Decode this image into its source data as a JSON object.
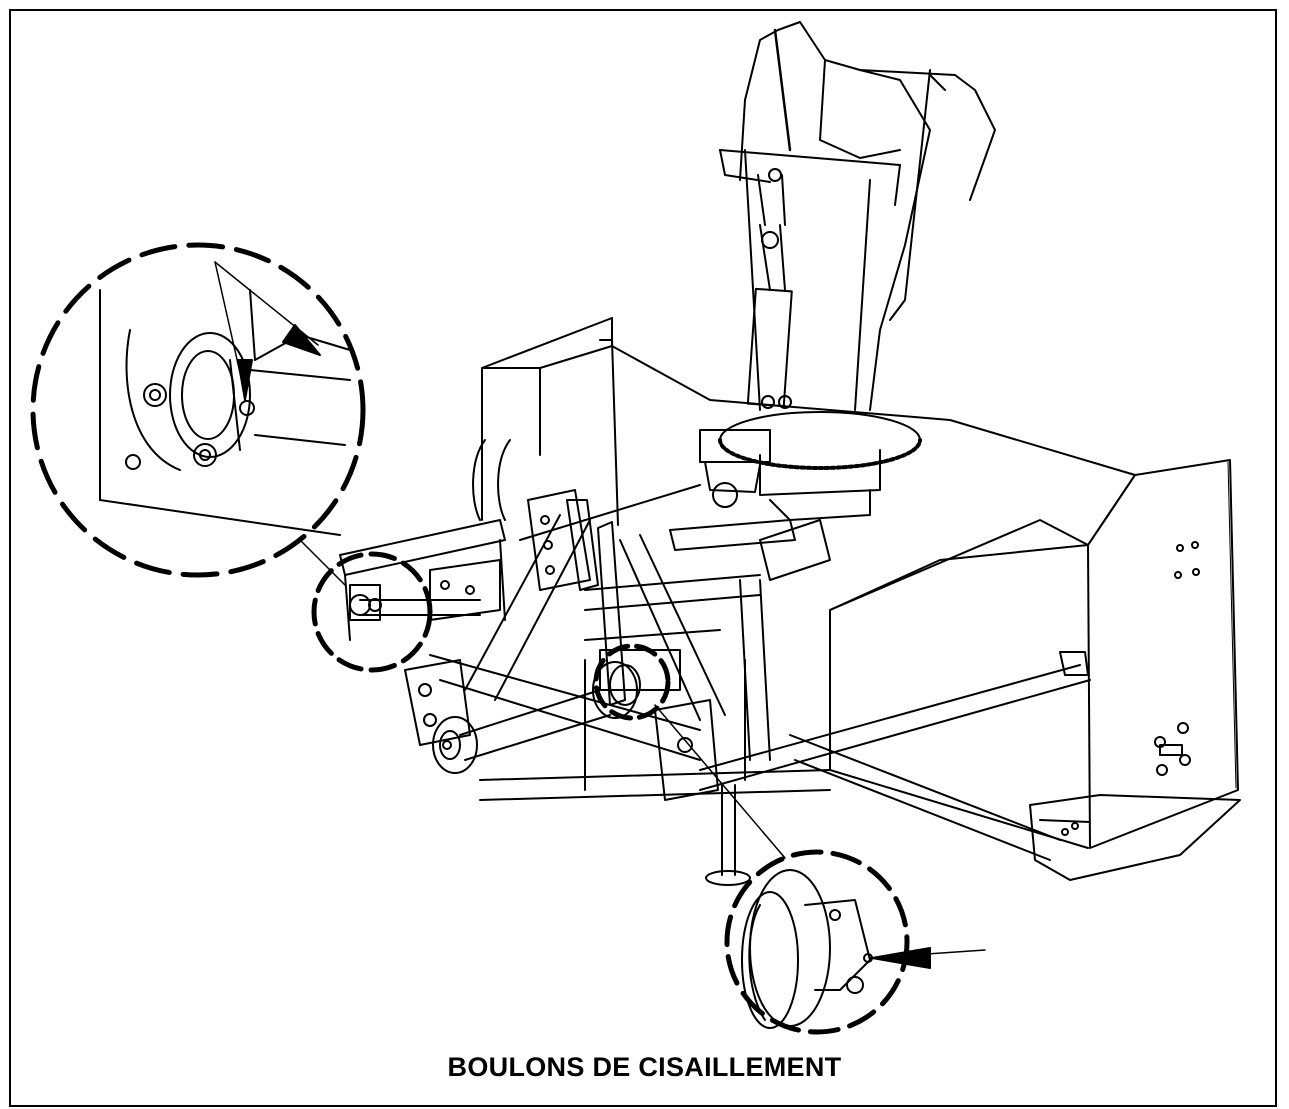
{
  "figure": {
    "caption": "BOULONS DE CISAILLEMENT",
    "colors": {
      "line": "#000000",
      "background": "#ffffff"
    },
    "callouts": [
      {
        "name": "pto-coupling-shear-bolts-detail",
        "arrows": 2
      },
      {
        "name": "gearbox-shear-bolt-detail",
        "arrows": 1
      }
    ]
  }
}
